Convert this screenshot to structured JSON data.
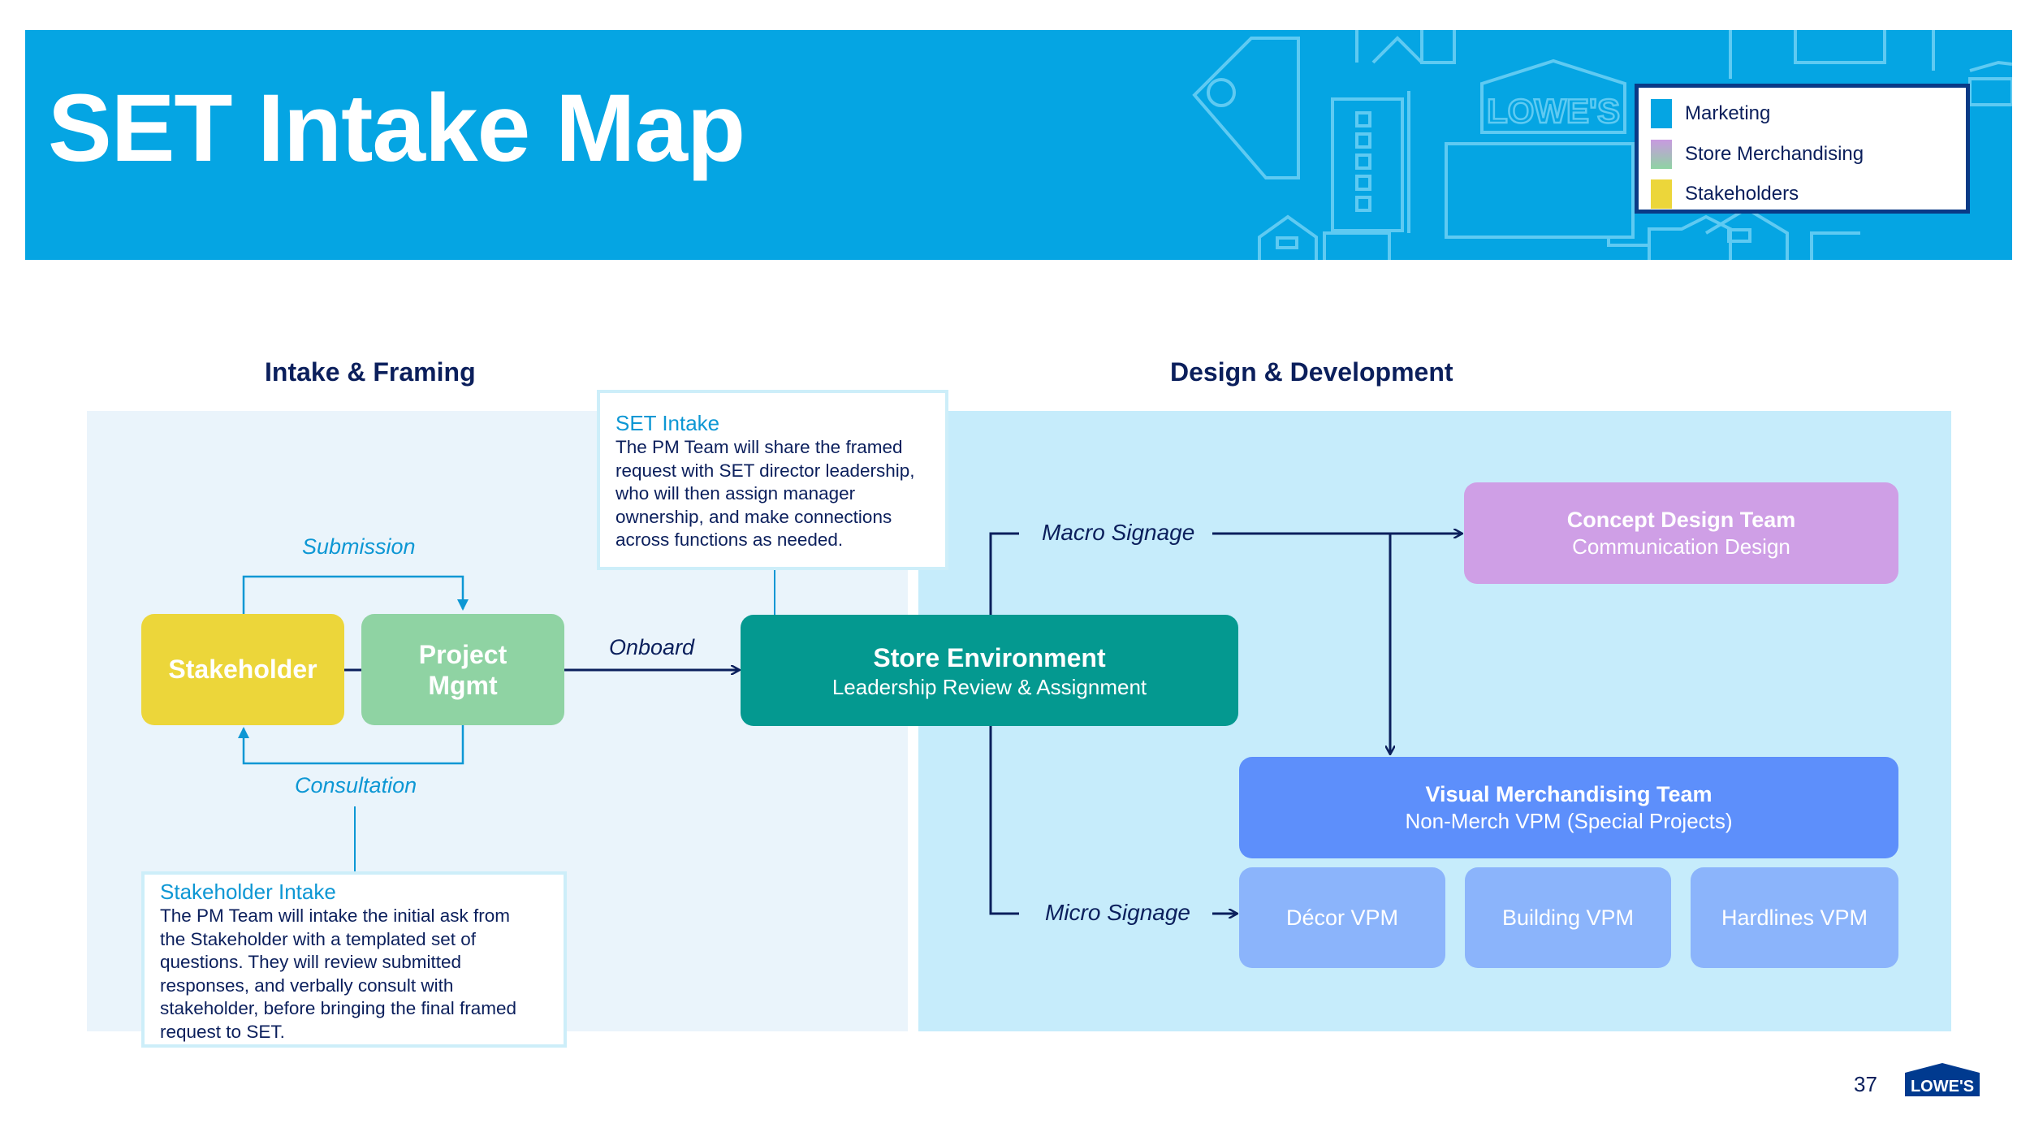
{
  "header": {
    "title": "SET Intake Map",
    "background_color": "#05a5e3",
    "logo_text": "LOWE'S"
  },
  "legend": {
    "items": [
      {
        "label": "Marketing",
        "color": "#05a5e3"
      },
      {
        "label": "Store Merchandising",
        "color": "#c89ae0"
      },
      {
        "label": "Stakeholders",
        "color": "#ecd63a"
      }
    ]
  },
  "sections": {
    "left_title": "Intake & Framing",
    "right_title": "Design & Development"
  },
  "nodes": {
    "stakeholder": {
      "label": "Stakeholder",
      "color": "#ecd63a"
    },
    "project_mgmt": {
      "line1": "Project",
      "line2": "Mgmt",
      "color": "#8fd3a3"
    },
    "store_env": {
      "title": "Store Environment",
      "subtitle": "Leadership Review & Assignment",
      "color": "#049990"
    },
    "concept_design": {
      "title": "Concept Design Team",
      "subtitle": "Communication Design",
      "color": "#cf9fe6"
    },
    "visual_merch": {
      "title": "Visual Merchandising Team",
      "subtitle": "Non-Merch VPM (Special Projects)",
      "color": "#5d8ffb"
    },
    "vpm_boxes": [
      {
        "label": "Décor VPM"
      },
      {
        "label": "Building VPM"
      },
      {
        "label": "Hardlines VPM"
      }
    ],
    "vpm_color": "#8bb4fb"
  },
  "edges": {
    "submission": "Submission",
    "consultation": "Consultation",
    "onboard": "Onboard",
    "macro_signage": "Macro Signage",
    "micro_signage": "Micro Signage"
  },
  "callouts": {
    "set_intake": {
      "heading": "SET Intake",
      "lines": [
        "The PM Team will share the framed",
        "request with SET director leadership,",
        "who will then assign manager",
        "ownership, and make connections",
        "across functions as needed."
      ]
    },
    "stakeholder_intake": {
      "heading": "Stakeholder Intake",
      "lines": [
        "The PM Team will intake the initial ask from",
        "the Stakeholder with a templated set of",
        "questions. They will review submitted",
        "responses, and verbally consult with",
        "stakeholder, before bringing the final framed",
        "request to SET."
      ]
    }
  },
  "footer": {
    "page_number": "37",
    "logo_text": "LOWE'S"
  }
}
